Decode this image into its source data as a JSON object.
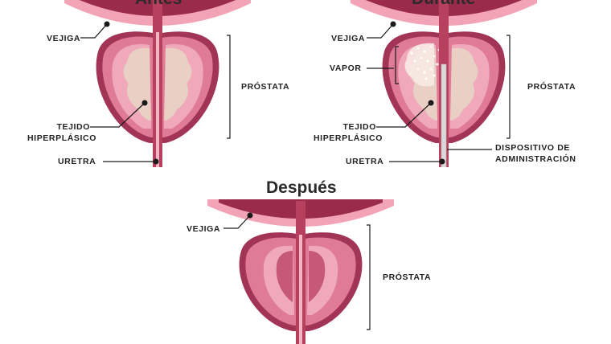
{
  "panels": {
    "before": {
      "heading": "Antes",
      "labels": {
        "bladder": "VEJIGA",
        "prostate": "PRÓSTATA",
        "tissue_line1": "TEJIDO",
        "tissue_line2": "HIPERPLÁSICO",
        "urethra": "URETRA"
      }
    },
    "during": {
      "heading": "Durante",
      "labels": {
        "bladder": "VEJIGA",
        "vapor": "VAPOR",
        "prostate": "PRÓSTATA",
        "tissue_line1": "TEJIDO",
        "tissue_line2": "HIPERPLÁSICO",
        "device_line1": "DISPOSITIVO DE",
        "device_line2": "ADMINISTRACIÓN",
        "urethra": "URETRA"
      }
    },
    "after": {
      "heading": "Después",
      "labels": {
        "bladder": "VEJIGA",
        "prostate": "PRÓSTATA"
      }
    }
  },
  "colors": {
    "bladder_wall": "#f2a3b5",
    "bladder_lumen": "#9b2b4a",
    "capsule": "#a23456",
    "prostate_fill": "#e07b97",
    "inner_zone": "#f0a9ba",
    "hyperplastic_tissue": "#e9cfc4",
    "urethra": "#b8405f",
    "device": "#d9d9d9",
    "leader_line": "#1a1a1a"
  }
}
